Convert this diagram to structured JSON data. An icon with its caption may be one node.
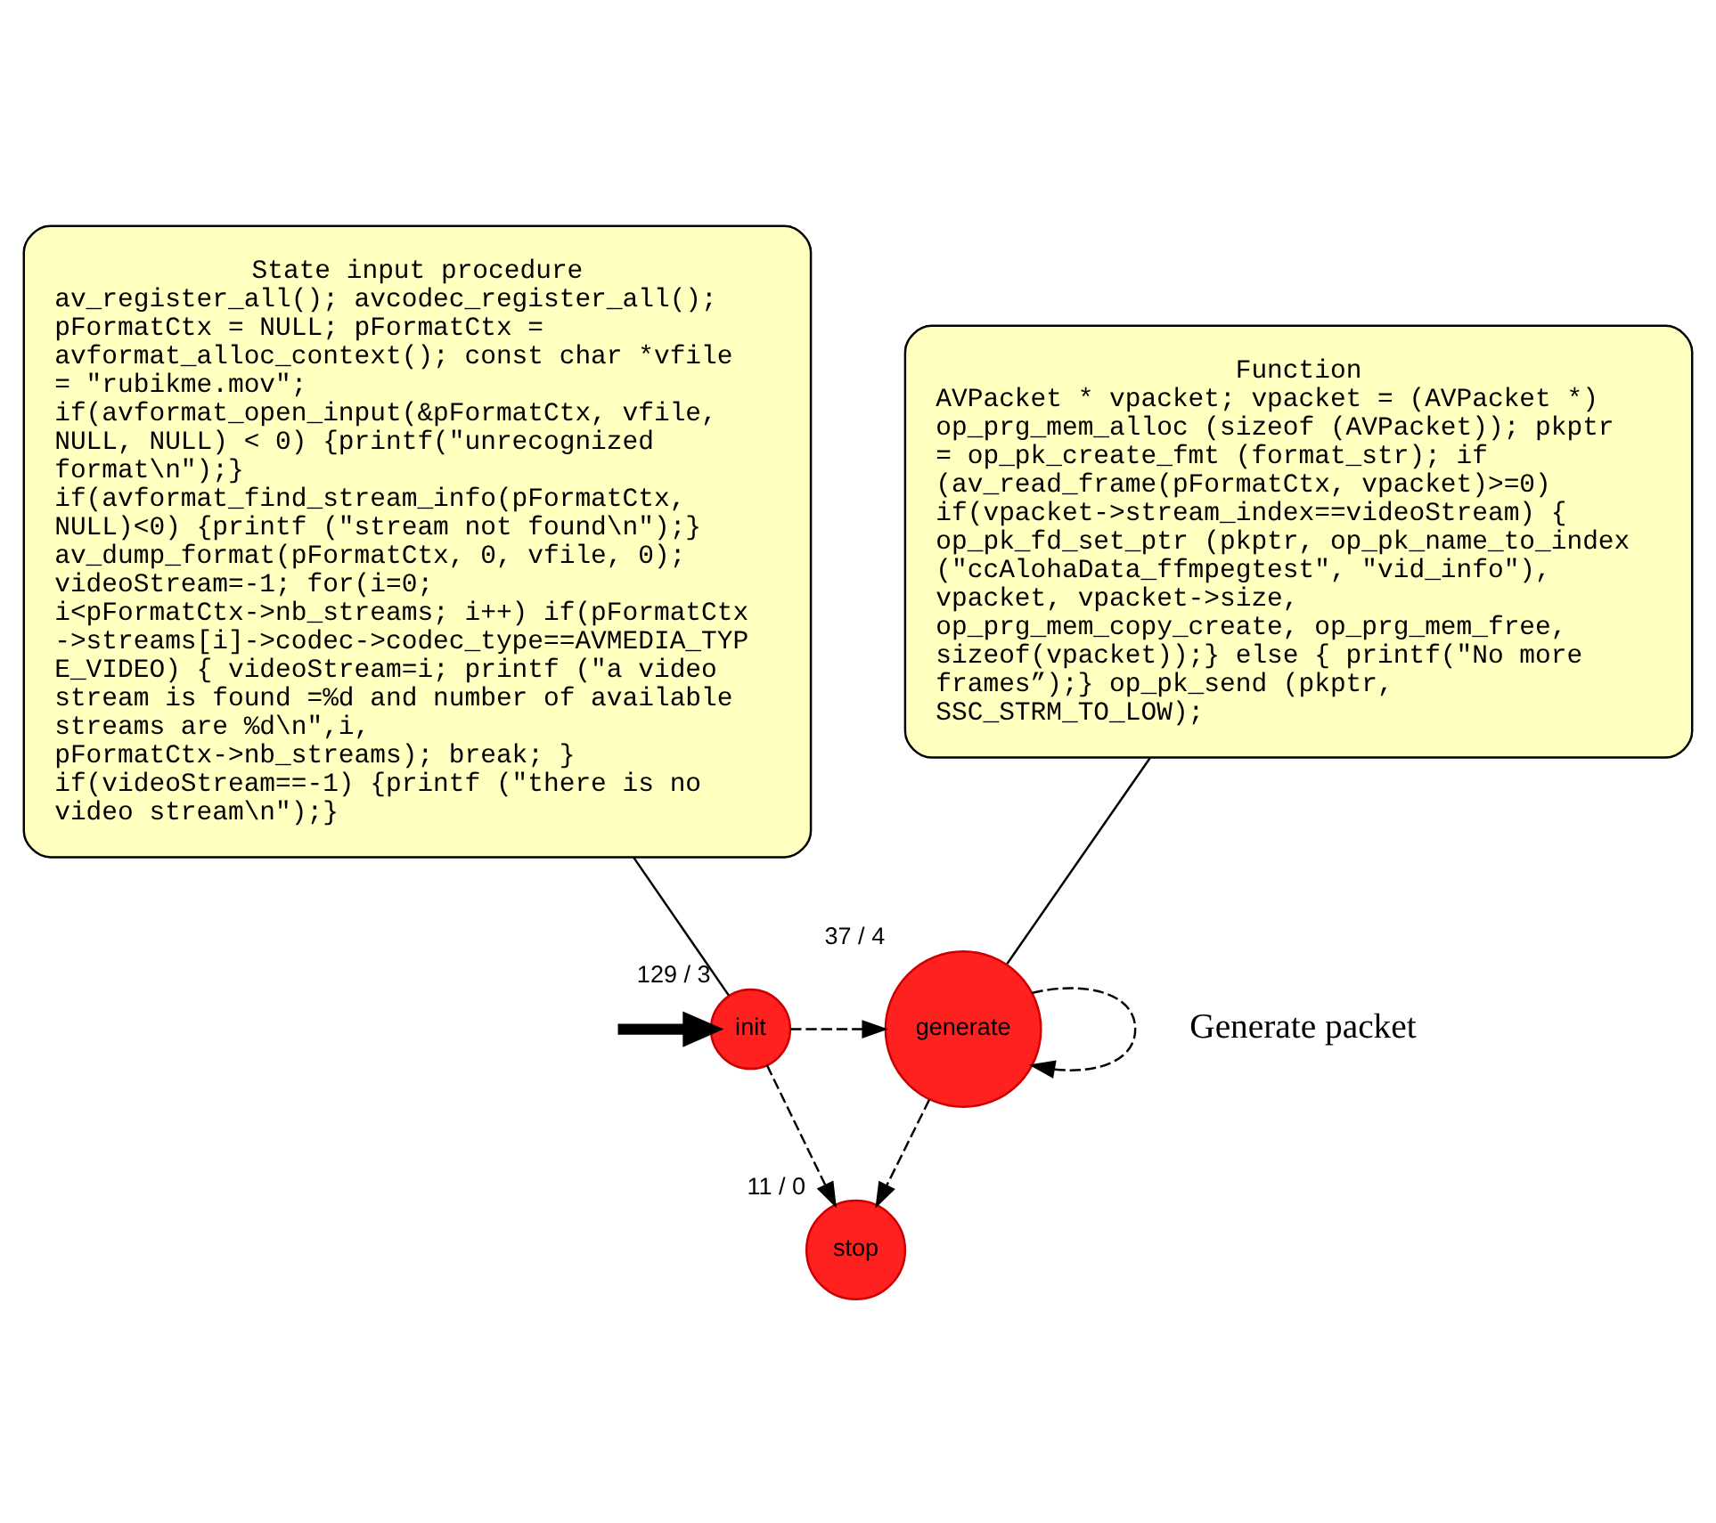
{
  "diagram": {
    "nodes": [
      {
        "text": [
          "init"
        ],
        "beside": [
          "129 / 3"
        ]
      },
      {
        "text": [
          "generate"
        ],
        "beside": [
          "37 / 4"
        ]
      },
      {
        "text": [
          "State input procedure",
          "av_register_all(); avcodec_register_all(); pFormatCtx = NULL; pFormatCtx = avformat_alloc_context(); const char *vfile = \"rubikme.mov\"; if(avformat_open_input(&pFormatCtx, vfile, NULL, NULL) < 0) {printf(\"unrecognized format\\n\");} if(avformat_find_stream_info(pFormatCtx, NULL)<0) {printf (\"stream not found\\n\");} av_dump_format(pFormatCtx, 0, vfile, 0); videoStream=-1; for(i=0; i<pFormatCtx->nb_streams; i++) if(pFormatCtx->streams[i]->codec->codec_type==AVMEDIA_TYPE_VIDEO) { videoStream=i; printf (\"a video stream is found =%d and number of available streams are %d\\n\",i, pFormatCtx->nb_streams); break; } if(videoStream==-1) {printf (\"there is no video stream\\n\");}"
        ]
      },
      {
        "text": [
          "stop"
        ],
        "beside": [
          "11 / 0"
        ]
      },
      {
        "text": [
          "Function",
          "AVPacket * vpacket; vpacket = (AVPacket *) op_prg_mem_alloc (sizeof (AVPacket)); pkptr = op_pk_create_fmt (format_str); if (av_read_frame(pFormatCtx, vpacket)>=0) if(vpacket->stream_index==videoStream) { op_pk_fd_set_ptr (pkptr, op_pk_name_to_index (\"ccAlohaData_ffmpegtest\", \"vid_info\"), vpacket, vpacket->size, op_prg_mem_copy_create, op_prg_mem_free, sizeof(vpacket));} else { printf(\"No more frames”);} op_pk_send (pkptr, SSC_STRM_TO_LOW);"
        ]
      }
    ],
    "edges": [
      {
        "from": null,
        "to": 0,
        "arrow": "to",
        "style": "thick"
      },
      {
        "from": 0,
        "to": 1,
        "arrow": "to",
        "style": "dashed"
      },
      {
        "from": 1,
        "to": 1,
        "arrow": "to",
        "style": "dashed"
      },
      {
        "from": 1,
        "to": 3,
        "arrow": "to",
        "style": "dashed"
      },
      {
        "from": 0,
        "to": 3,
        "arrow": "to",
        "style": "dashed"
      },
      {
        "from": 2,
        "to": 0,
        "arrow": "none"
      },
      {
        "from": 4,
        "to": 1,
        "arrow": "none"
      }
    ],
    "labels": [
      "Generate packet"
    ]
  }
}
